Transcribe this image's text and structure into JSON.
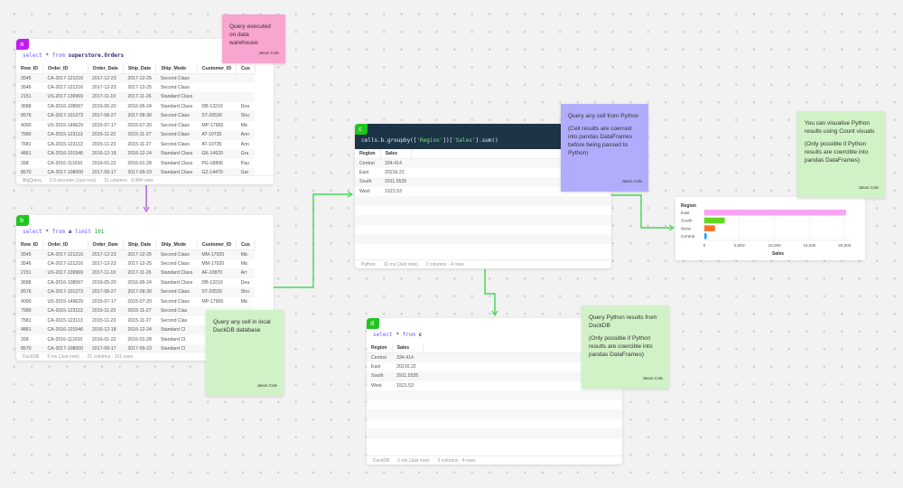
{
  "cells": {
    "a": {
      "tag": "a",
      "tag_color": "#c21bf0",
      "code": {
        "kw1": "select",
        "op": "*",
        "kw2": "from",
        "table": "superstore.Orders"
      },
      "columns": [
        "Row_ID",
        "Order_ID",
        "Order_Date",
        "Ship_Date",
        "Ship_Mode",
        "Customer_ID",
        "Cus"
      ],
      "rows": [
        [
          "3545",
          "CA-2017-121216",
          "2017-12-23",
          "2017-12-25",
          "Second Class",
          "",
          ""
        ],
        [
          "3546",
          "CA-2017-121216",
          "2017-12-23",
          "2017-12-25",
          "Second Class",
          "",
          ""
        ],
        [
          "2151",
          "US-2017-139969",
          "2017-11-19",
          "2017-11-26",
          "Standard Class",
          "",
          ""
        ],
        [
          "3688",
          "CA-2016-108567",
          "2016-05-20",
          "2016-05-24",
          "Standard Class",
          "DB-13210",
          "Dea"
        ],
        [
          "8576",
          "CA-2017-101273",
          "2017-08-27",
          "2017-08-30",
          "Second Class",
          "ST-20530",
          "Shu"
        ],
        [
          "4000",
          "US-2015-149629",
          "2015-07-17",
          "2015-07-20",
          "Second Class",
          "MP-17965",
          "Mic"
        ],
        [
          "7580",
          "CA-2015-123113",
          "2015-11-23",
          "2015-11-27",
          "Second Class",
          "AT-10735",
          "Ann"
        ],
        [
          "7581",
          "CA-2015-123113",
          "2015-11-23",
          "2015-11-27",
          "Second Class",
          "AT-10735",
          "Ann"
        ],
        [
          "4861",
          "CA-2016-101546",
          "2016-12-18",
          "2016-12-24",
          "Standard Class",
          "GK-14620",
          "Gra"
        ],
        [
          "268",
          "CA-2016-111010",
          "2016-01-22",
          "2016-01-28",
          "Standard Class",
          "PG-18895",
          "Pau"
        ],
        [
          "8570",
          "CA-2017-108000",
          "2017-09-17",
          "2017-09-23",
          "Standard Class",
          "GZ-14470",
          "Gar"
        ]
      ],
      "footer": {
        "source": "BigQuery",
        "time": "5.9 seconds (Just now)",
        "shape": "21 columns · 9,994 rows"
      }
    },
    "b": {
      "tag": "b",
      "tag_color": "#22c51e",
      "code": {
        "kw1": "select",
        "op": "*",
        "kw2": "from",
        "ref": "a",
        "kw3": "limit",
        "num": "101"
      },
      "columns": [
        "Row_ID",
        "Order_ID",
        "Order_Date",
        "Ship_Date",
        "Ship_Mode",
        "Customer_ID",
        "Cus"
      ],
      "rows": [
        [
          "3545",
          "CA-2017-121216",
          "2017-12-23",
          "2017-12-25",
          "Second Class",
          "MM-17920",
          "Mic"
        ],
        [
          "3546",
          "CA-2017-121216",
          "2017-12-23",
          "2017-12-25",
          "Second Class",
          "MM-17920",
          "Mic"
        ],
        [
          "2151",
          "US-2017-139969",
          "2017-11-19",
          "2017-11-26",
          "Standard Class",
          "AF-10870",
          "Art"
        ],
        [
          "3688",
          "CA-2016-108567",
          "2016-05-20",
          "2016-05-24",
          "Standard Class",
          "DB-13210",
          "Dea"
        ],
        [
          "8576",
          "CA-2017-101273",
          "2017-08-27",
          "2017-08-30",
          "Second Class",
          "ST-20530",
          "Shu"
        ],
        [
          "4000",
          "US-2015-149629",
          "2015-07-17",
          "2015-07-20",
          "Second Class",
          "MP-17965",
          "Mic"
        ],
        [
          "7580",
          "CA-2015-123113",
          "2015-11-23",
          "2015-11-27",
          "Second Clas",
          "",
          ""
        ],
        [
          "7581",
          "CA-2015-123113",
          "2015-11-23",
          "2015-11-27",
          "Second Clas",
          "",
          ""
        ],
        [
          "4861",
          "CA-2016-101546",
          "2016-12-18",
          "2016-12-24",
          "Standard Cl",
          "",
          ""
        ],
        [
          "268",
          "CA-2016-111010",
          "2016-01-22",
          "2016-01-28",
          "Standard Cl",
          "",
          ""
        ],
        [
          "8570",
          "CA-2017-108000",
          "2017-09-17",
          "2017-09-23",
          "Standard Cl",
          "",
          ""
        ]
      ],
      "footer": {
        "source": "DuckDB",
        "time": "5 ms (Just now)",
        "shape": "21 columns · 101 rows"
      }
    },
    "c": {
      "tag": "c",
      "tag_color": "#22c51e",
      "code": {
        "pre": "cells.b.groupby([",
        "s1": "'Region'",
        "mid": "])[",
        "s2": "'Sales'",
        "post": "].sum()"
      },
      "columns": [
        "Region",
        "Sales"
      ],
      "rows": [
        [
          "Central",
          "334.414"
        ],
        [
          "East",
          "20216.22"
        ],
        [
          "South",
          "2911.5535"
        ],
        [
          "West",
          "1521.53"
        ]
      ],
      "footer": {
        "source": "Python",
        "time": "10 ms (Just now)",
        "shape": "2 columns · 4 rows"
      }
    },
    "d": {
      "tag": "d",
      "tag_color": "#22c51e",
      "code": {
        "kw1": "select",
        "op": "*",
        "kw2": "from",
        "ref": "c"
      },
      "columns": [
        "Region",
        "Sales"
      ],
      "rows": [
        [
          "Central",
          "334.414"
        ],
        [
          "East",
          "20216.22"
        ],
        [
          "South",
          "2911.5535"
        ],
        [
          "West",
          "1521.53"
        ]
      ],
      "footer": {
        "source": "DuckDB",
        "time": "1 ms (Just now)",
        "shape": "2 columns · 4 rows"
      }
    }
  },
  "notes": [
    {
      "color": "#f8a5cf",
      "paras": [
        "Query executed on data warehouse"
      ],
      "author": "Jason Cole"
    },
    {
      "color": "#d1f1c6",
      "paras": [
        "Query any cell in local DuckDB database"
      ],
      "author": "Jason Cole"
    },
    {
      "color": "#b1adfc",
      "paras": [
        "Query any cell from Python",
        "(Cell results are coerced into pandas DataFrames before being passed to Python)"
      ],
      "author": "Jason Cole"
    },
    {
      "color": "#d1f1c6",
      "paras": [
        "You can visualise Python results using Count visuals",
        "(Only possible if Python results are coercible into pandas DataFrames)"
      ],
      "author": "Jason Cole"
    },
    {
      "color": "#d1f1c6",
      "paras": [
        "Query Python results from DuckDB",
        "(Only possible if Python results are coercible into pandas DataFrames)"
      ],
      "author": "Jason Cole"
    }
  ],
  "chart_data": {
    "type": "bar",
    "orientation": "horizontal",
    "legend_title": "Region",
    "categories": [
      "East",
      "South",
      "West",
      "Central"
    ],
    "values": [
      20216.22,
      2911.5535,
      1521.53,
      334.414
    ],
    "colors": [
      "#f8a3f3",
      "#5fd91e",
      "#ff7126",
      "#1ba6f0"
    ],
    "xlabel": "Sales",
    "xticks": [
      "0",
      "5,000",
      "10,000",
      "15,000",
      "20,000"
    ],
    "xlim": [
      0,
      21000
    ],
    "grid": true
  }
}
